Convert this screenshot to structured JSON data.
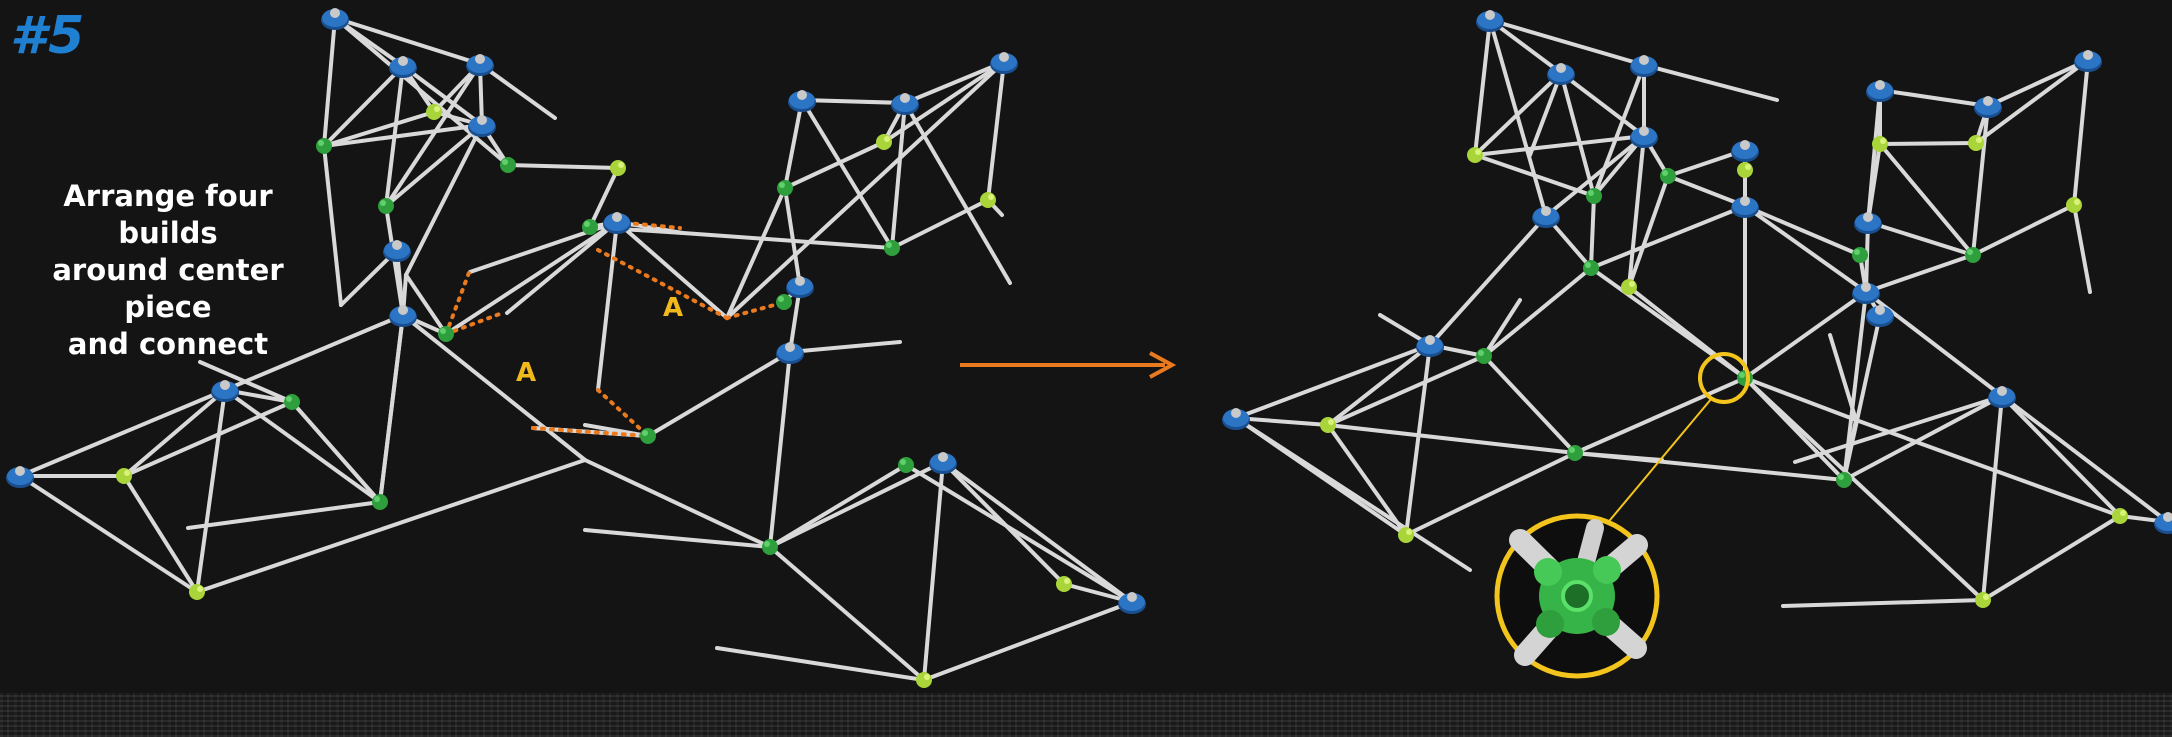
{
  "step": {
    "number": "#5"
  },
  "instruction": {
    "lines": [
      "Arrange four builds",
      "around center piece",
      "and connect"
    ]
  },
  "connection_labels": [
    "A",
    "A"
  ],
  "colors": {
    "step_number": "#1f7fd1",
    "arrow": "#ea7a1f",
    "connector_dots": "#ea7a1f",
    "label_a": "#f2b91c",
    "highlight_circle": "#f2c41c",
    "rod": "#d9d9d9",
    "hub_blue": "#2c74c4",
    "hub_green": "#2f9e3c",
    "hub_lime": "#a9d53a"
  },
  "icons": [
    "right-arrow-icon",
    "zoom-detail-circle-icon"
  ]
}
